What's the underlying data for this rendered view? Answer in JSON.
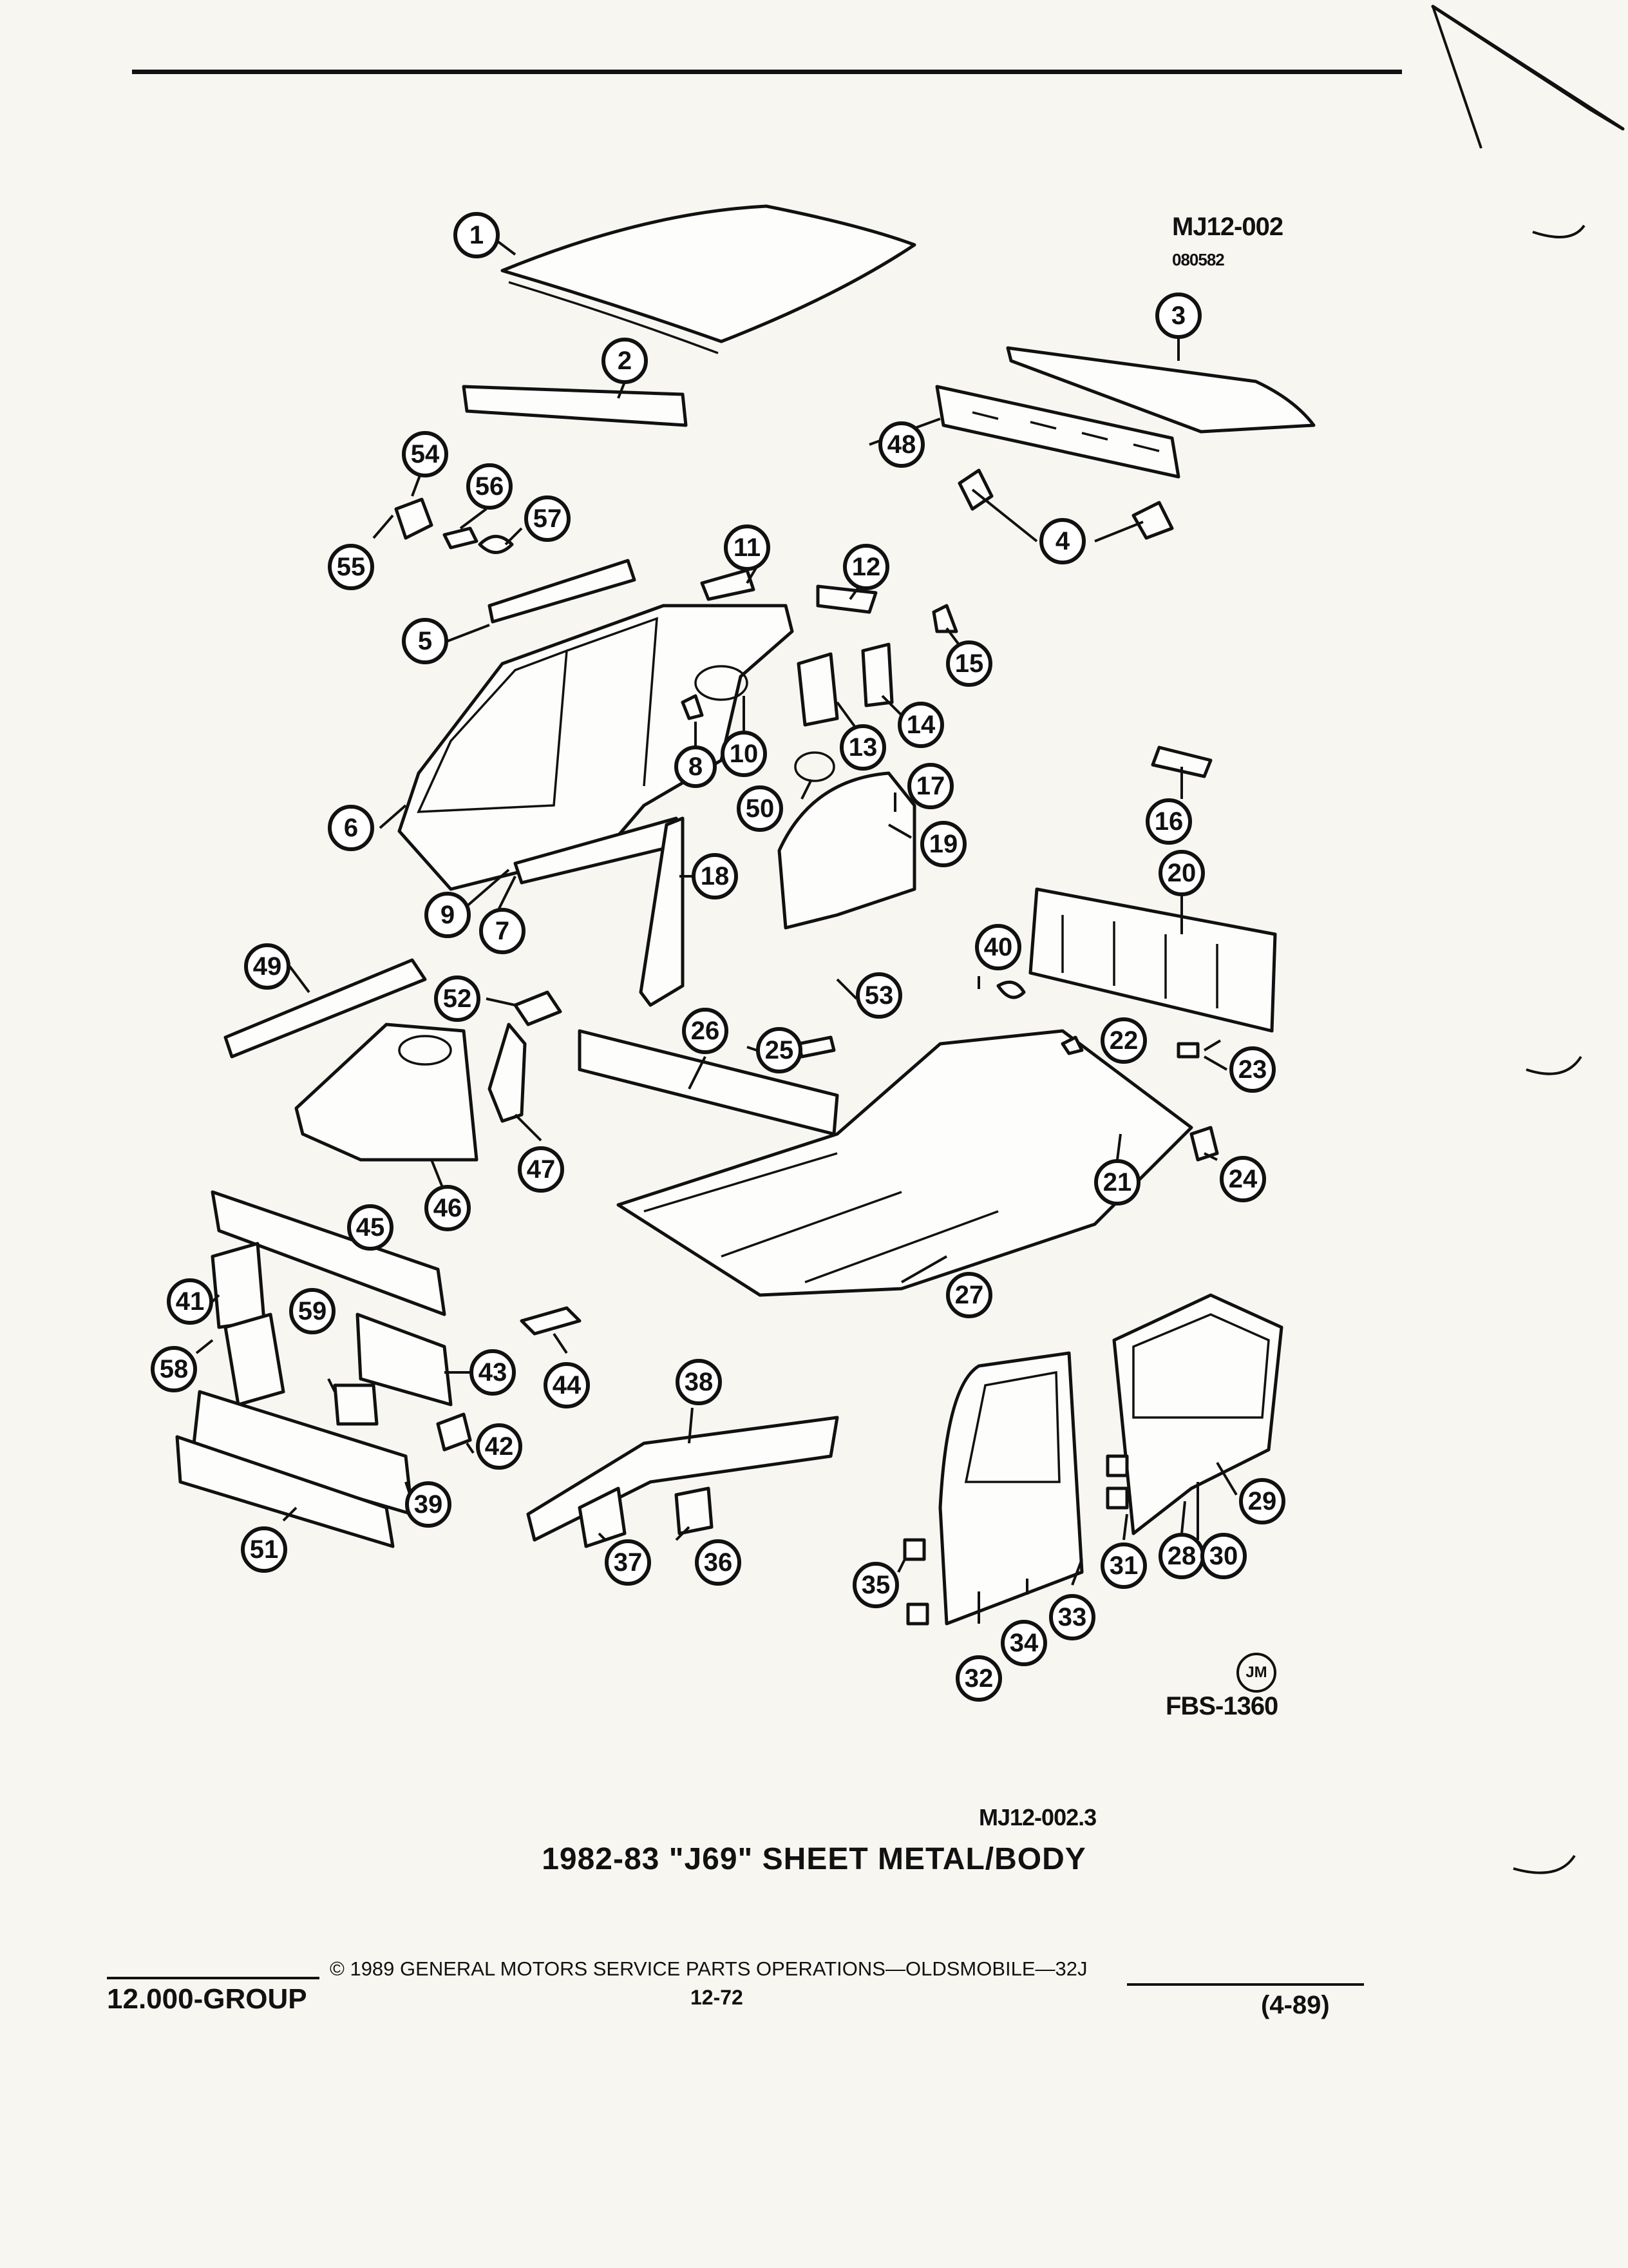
{
  "header": {
    "figure_code": "MJ12-002",
    "figure_date": "080582"
  },
  "diagram": {
    "callouts": [
      "1",
      "2",
      "3",
      "4",
      "5",
      "6",
      "7",
      "8",
      "9",
      "10",
      "11",
      "12",
      "13",
      "14",
      "15",
      "16",
      "17",
      "18",
      "19",
      "20",
      "21",
      "22",
      "23",
      "24",
      "25",
      "26",
      "27",
      "28",
      "29",
      "30",
      "31",
      "32",
      "33",
      "34",
      "35",
      "36",
      "37",
      "38",
      "39",
      "40",
      "41",
      "42",
      "43",
      "44",
      "45",
      "46",
      "47",
      "48",
      "49",
      "50",
      "51",
      "52",
      "53",
      "54",
      "55",
      "56",
      "57",
      "58",
      "59"
    ],
    "badge": "JM",
    "illustration_code": "FBS-1360"
  },
  "caption": {
    "reference": "MJ12-002.3",
    "title": "1982-83 \"J69\" SHEET METAL/BODY"
  },
  "footer": {
    "group": "12.000-GROUP",
    "copyright": "© 1989 GENERAL MOTORS SERVICE PARTS OPERATIONS—OLDSMOBILE—32J",
    "page": "12-72",
    "revision": "(4-89)"
  }
}
